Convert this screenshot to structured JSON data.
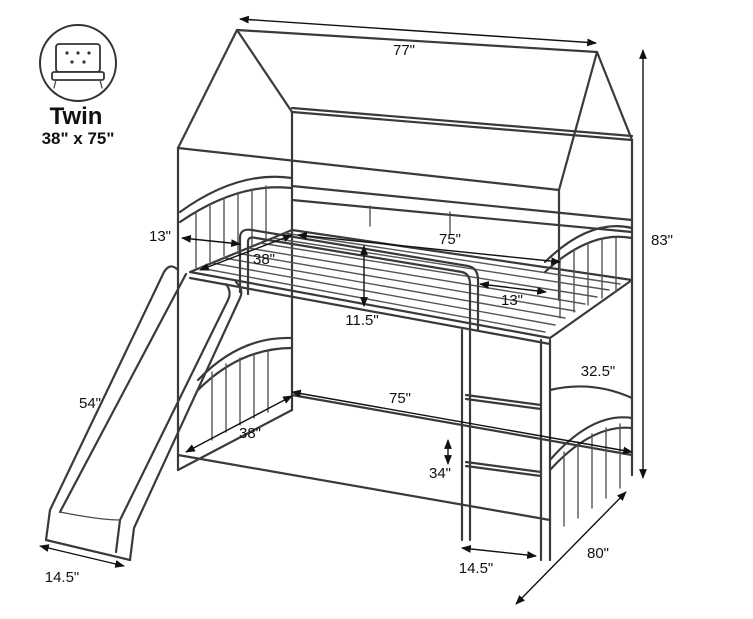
{
  "badge": {
    "icon": "mattress-icon",
    "size_name": "Twin",
    "size_dims": "38\" x 75\""
  },
  "dimensions": {
    "roof_width": "77\"",
    "total_height": "83\"",
    "top_length": "75\"",
    "top_width": "38\"",
    "top_guard_left": "13\"",
    "top_guard_right": "13\"",
    "guard_height": "11.5\"",
    "bunk_gap": "32.5\"",
    "slide_length": "54\"",
    "bottom_length": "75\"",
    "bottom_width": "38\"",
    "ladder_height": "34\"",
    "overall_depth": "80\"",
    "slide_width": "14.5\"",
    "ladder_width": "14.5\""
  }
}
